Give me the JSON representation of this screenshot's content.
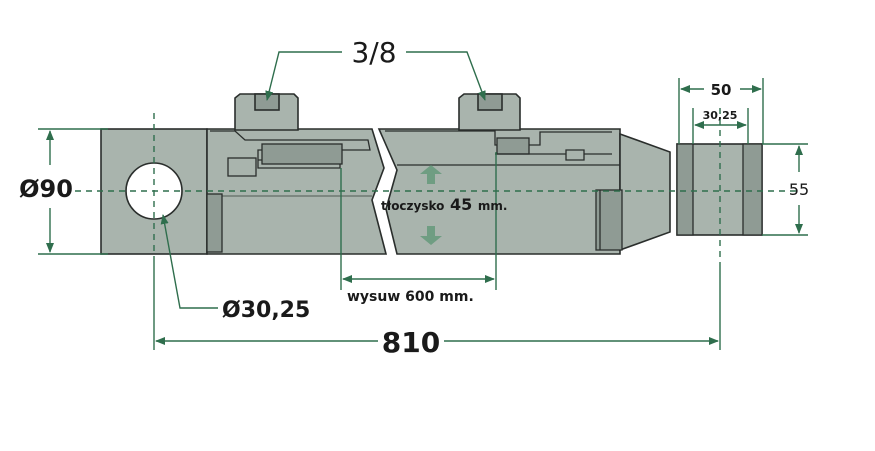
{
  "labels": {
    "port_thread": "3/8",
    "body_diameter": "Ø90",
    "pin_hole_diameter": "Ø30,25",
    "rod_text_prefix": "tłoczysko",
    "rod_text_value": "45",
    "rod_text_unit": "mm.",
    "stroke": "wysuw 600 mm.",
    "total_length": "810",
    "eye_width": "50",
    "eye_hole": "30,25",
    "eye_height": "55"
  },
  "colors": {
    "body_fill": "#a9b4ad",
    "body_dark": "#8f9b94",
    "outline": "#2a2e2c",
    "dimension_line": "#2f6e4d",
    "centerline": "#2f6e4d",
    "arrow": "#6f9d82",
    "text": "#1a1a1a"
  },
  "icons": [
    "up-arrow-icon",
    "down-arrow-icon"
  ]
}
